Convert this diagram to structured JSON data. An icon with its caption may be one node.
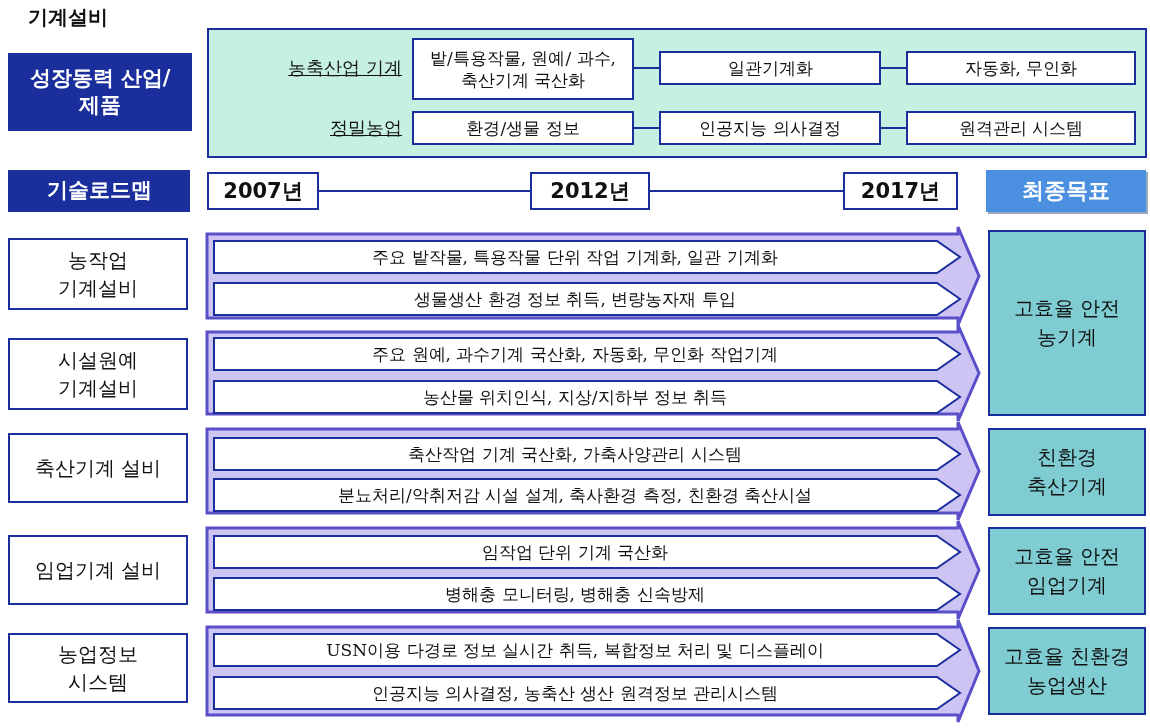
{
  "diagram": {
    "title": "기계설비",
    "nodes": [
      {
        "text": [
          "성장동력 산업/제품"
        ]
      },
      {
        "text": [],
        "shape": "box"
      },
      {
        "text": [
          "밭/특용작물, 원예/ 과수, 축산기계 국산화"
        ],
        "in": 1
      },
      {
        "text": [
          "일관기계화"
        ],
        "in": 1
      },
      {
        "text": [
          "자동화, 무인화"
        ],
        "in": 1
      },
      {
        "text": [
          "환경/생물 정보"
        ],
        "in": 1
      },
      {
        "text": [
          "인공지능 의사결정"
        ],
        "in": 1
      },
      {
        "text": [
          "원격관리 시스템"
        ],
        "in": 1
      },
      {
        "text": [
          "기술로드맵"
        ]
      },
      {
        "text": [
          "2007년"
        ]
      },
      {
        "text": [
          "2012년"
        ]
      },
      {
        "text": [
          "2017년"
        ]
      },
      {
        "text": [
          "최종목표"
        ]
      },
      {
        "text": [
          "농작업 기계설비"
        ]
      },
      {
        "text": [
          "시설원예 기계설비"
        ]
      },
      {
        "text": [
          "축산기계 설비"
        ]
      },
      {
        "text": [
          "임업기계 설비"
        ]
      },
      {
        "text": [
          "농업정보 시스템"
        ]
      },
      {
        "text": [],
        "shape": "arrow"
      },
      {
        "text": [
          "주요 밭작물, 특용작물 단위 작업 기계화, 일관 기계화"
        ],
        "in": 18
      },
      {
        "text": [
          "생물생산 환경 정보 취득, 변량농자재 투입"
        ],
        "in": 18
      },
      {
        "text": [],
        "shape": "arrow"
      },
      {
        "text": [
          "주요 원예, 과수기계 국산화, 자동화, 무인화 작업기계"
        ],
        "in": 21
      },
      {
        "text": [
          "농산물 위치인식, 지상/지하부 정보 취득"
        ],
        "in": 21
      },
      {
        "text": [],
        "shape": "arrow"
      },
      {
        "text": [
          "축산작업 기계 국산화, 가축사양관리 시스템"
        ],
        "in": 24
      },
      {
        "text": [
          "분뇨처리/악취저감 시설 설계, 축사환경 측정, 친환경 축산시설"
        ],
        "in": 24
      },
      {
        "text": [],
        "shape": "arrow"
      },
      {
        "text": [
          "임작업 단위 기계 국산화"
        ],
        "in": 27
      },
      {
        "text": [
          "병해충 모니터링, 병해충 신속방제"
        ],
        "in": 27
      },
      {
        "text": [],
        "shape": "arrow"
      },
      {
        "text": [
          "USN이용 다경로 정보 실시간 취득, 복합정보 처리 및 디스플레이"
        ],
        "in": 30
      },
      {
        "text": [
          "인공지능 의사결정, 농축산 생산 원격정보 관리시스템"
        ],
        "in": 30
      },
      {
        "text": [
          "고효율 안전 농기계"
        ]
      },
      {
        "text": [
          "친환경 축산기계"
        ]
      },
      {
        "text": [
          "고효율 안전 임업기계"
        ]
      },
      {
        "text": [
          "고효율 친환경 농업생산"
        ]
      }
    ],
    "edges": [
      {
        "from": 2,
        "to": 3,
        "arrow": "none"
      },
      {
        "from": 3,
        "to": 4,
        "arrow": "none"
      },
      {
        "from": 5,
        "to": 6,
        "arrow": "none"
      },
      {
        "from": 6,
        "to": 7,
        "arrow": "none"
      },
      {
        "from": 9,
        "to": 10,
        "arrow": "none"
      },
      {
        "from": 10,
        "to": 11,
        "arrow": "none"
      }
    ],
    "labels": [
      "농축산업 기계",
      "정밀농업"
    ]
  }
}
